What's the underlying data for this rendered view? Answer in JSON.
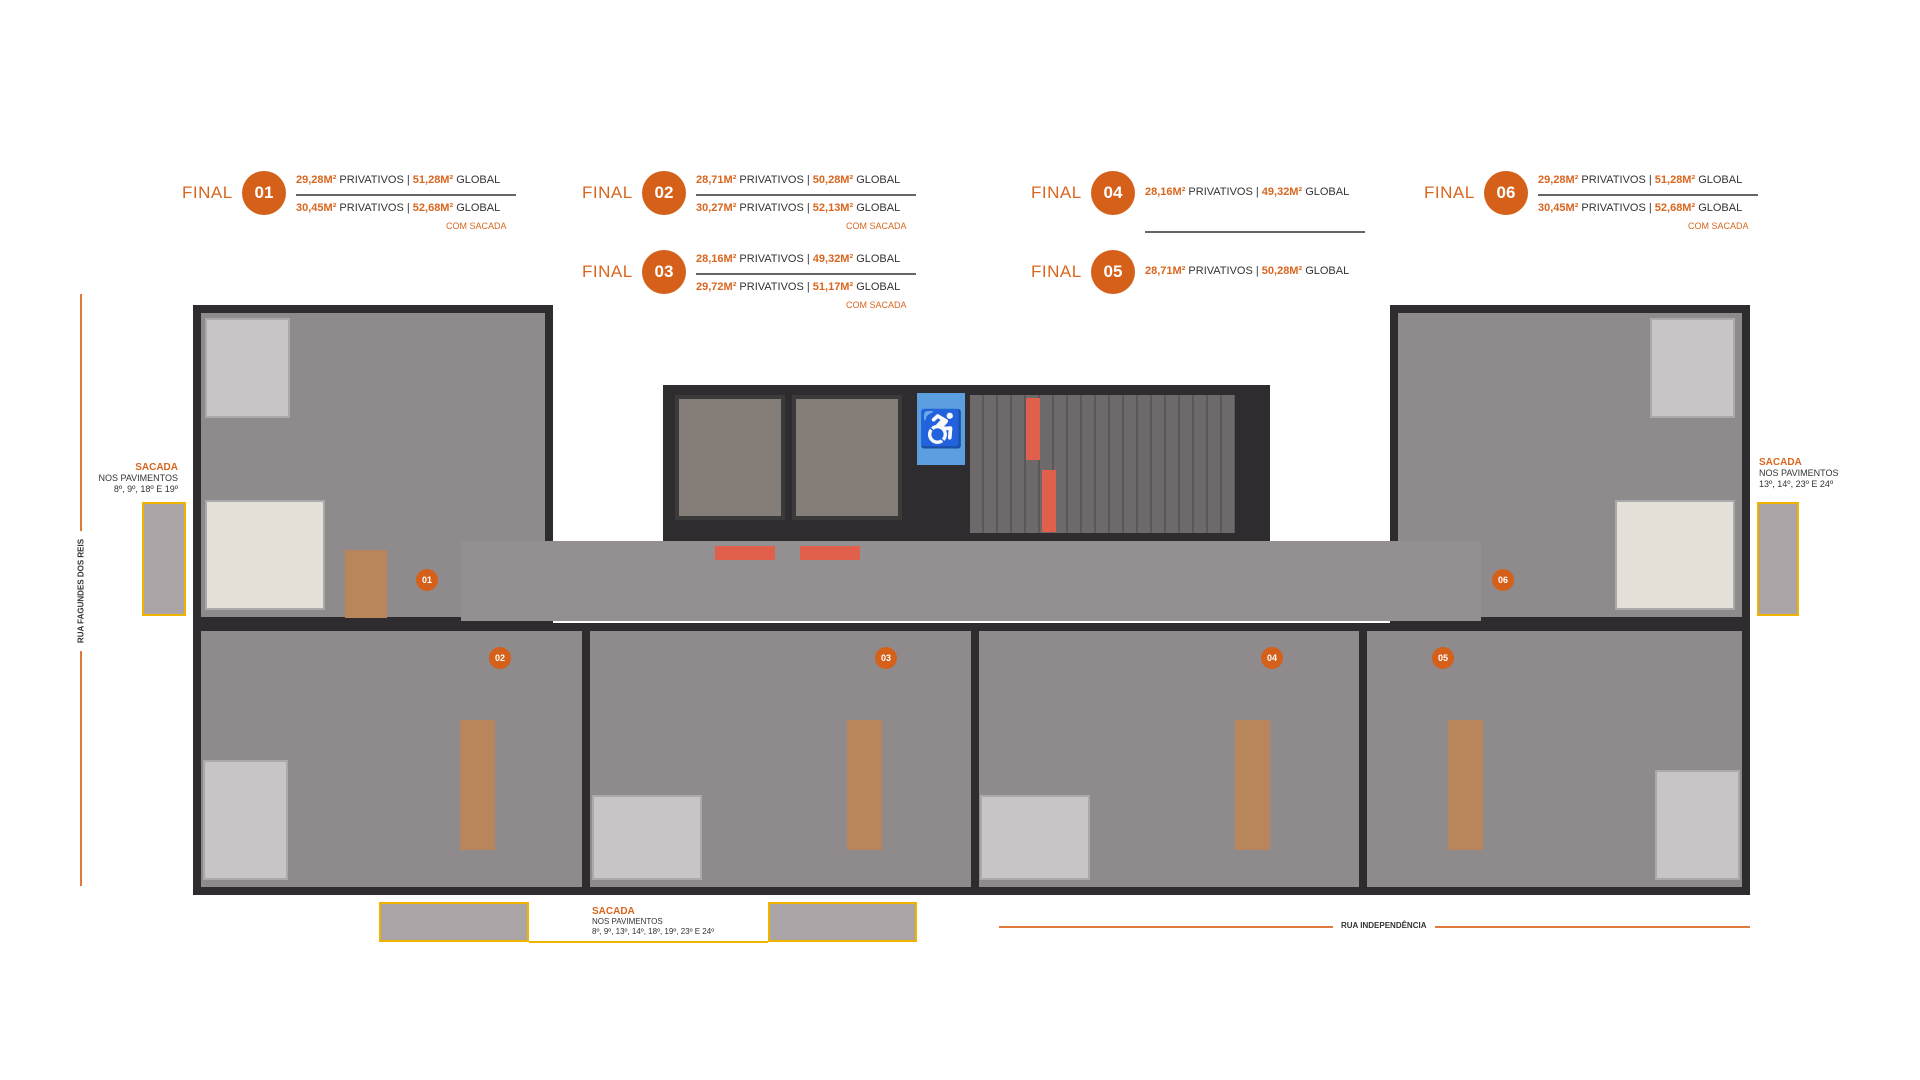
{
  "legend": [
    {
      "final": "FINAL",
      "num": "01",
      "rows": [
        {
          "priv": "29,28M²",
          "priv_label": "PRIVATIVOS |",
          "glob": "51,28M²",
          "glob_label": "GLOBAL"
        },
        {
          "priv": "30,45M²",
          "priv_label": "PRIVATIVOS |",
          "glob": "52,68M²",
          "glob_label": "GLOBAL"
        }
      ],
      "note": "COM SACADA"
    },
    {
      "final": "FINAL",
      "num": "02",
      "rows": [
        {
          "priv": "28,71M²",
          "priv_label": "PRIVATIVOS |",
          "glob": "50,28M²",
          "glob_label": "GLOBAL"
        },
        {
          "priv": "30,27M²",
          "priv_label": "PRIVATIVOS |",
          "glob": "52,13M²",
          "glob_label": "GLOBAL"
        }
      ],
      "note": "COM SACADA"
    },
    {
      "final": "FINAL",
      "num": "03",
      "rows": [
        {
          "priv": "28,16M²",
          "priv_label": "PRIVATIVOS |",
          "glob": "49,32M²",
          "glob_label": "GLOBAL"
        },
        {
          "priv": "29,72M²",
          "priv_label": "PRIVATIVOS |",
          "glob": "51,17M²",
          "glob_label": "GLOBAL"
        }
      ],
      "note": "COM SACADA"
    },
    {
      "final": "FINAL",
      "num": "04",
      "rows": [
        {
          "priv": "28,16M²",
          "priv_label": "PRIVATIVOS |",
          "glob": "49,32M²",
          "glob_label": "GLOBAL"
        }
      ]
    },
    {
      "final": "FINAL",
      "num": "05",
      "rows": [
        {
          "priv": "28,71M²",
          "priv_label": "PRIVATIVOS |",
          "glob": "50,28M²",
          "glob_label": "GLOBAL"
        }
      ]
    },
    {
      "final": "FINAL",
      "num": "06",
      "rows": [
        {
          "priv": "29,28M²",
          "priv_label": "PRIVATIVOS |",
          "glob": "51,28M²",
          "glob_label": "GLOBAL"
        },
        {
          "priv": "30,45M²",
          "priv_label": "PRIVATIVOS |",
          "glob": "52,68M²",
          "glob_label": "GLOBAL"
        }
      ],
      "note": "COM SACADA"
    }
  ],
  "markers": [
    "01",
    "02",
    "03",
    "04",
    "05",
    "06"
  ],
  "balconies": {
    "left": {
      "title": "SACADA",
      "sub": "NOS PAVIMENTOS",
      "floors": "8º, 9º, 18º E 19º"
    },
    "right": {
      "title": "SACADA",
      "sub": "NOS PAVIMENTOS",
      "floors": "13º, 14º, 23º E 24º"
    },
    "bottom": {
      "title": "SACADA",
      "sub": "NOS PAVIMENTOS",
      "floors": "8º, 9º, 13º, 14º, 18º, 19º, 23º E 24º"
    }
  },
  "streets": {
    "left": "RUA FAGUNDES DOS REIS",
    "bottom": "RUA INDEPENDÊNCIA"
  },
  "colors": {
    "accent": "#d4601a",
    "wall": "#2e2c2e",
    "floor": "#9a9597",
    "balcony_outline": "#f0b400"
  }
}
